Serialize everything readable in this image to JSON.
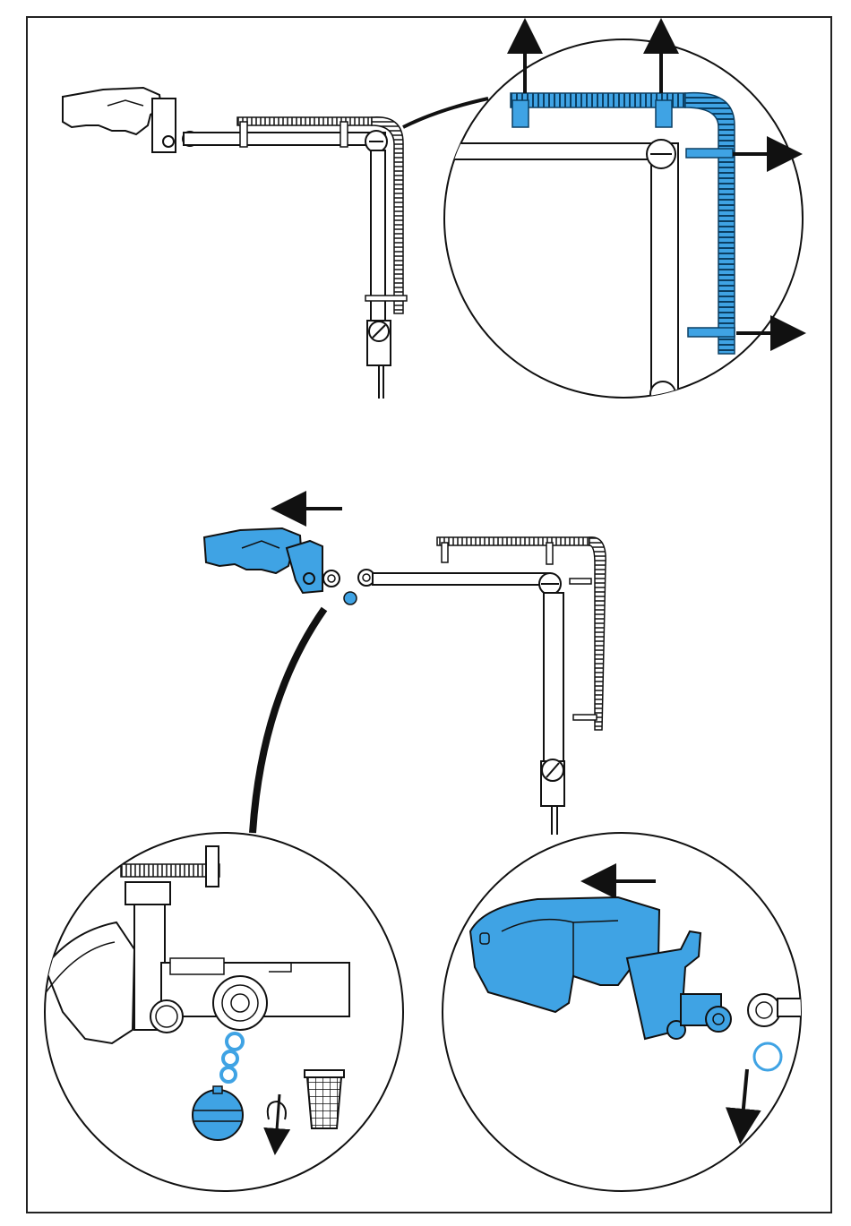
{
  "colors": {
    "frame": "#222222",
    "line": "#111111",
    "highlight_fill": "#3fa3e4",
    "highlight_dark": "#1f7fbf",
    "part_fill": "#ffffff",
    "grey_tube": "#9aa0a6"
  },
  "figure": {
    "panels": [
      {
        "id": "top-overview",
        "description_icon": "hose-assembly-icon"
      },
      {
        "id": "top-zoom",
        "description_icon": "hose-clips-removal-icon"
      },
      {
        "id": "middle-overview",
        "description_icon": "handpiece-removal-icon"
      },
      {
        "id": "bottom-left-zoom",
        "description_icon": "o-ring-disposal-icon"
      },
      {
        "id": "bottom-right-zoom",
        "description_icon": "handpiece-pull-off-icon"
      }
    ]
  }
}
